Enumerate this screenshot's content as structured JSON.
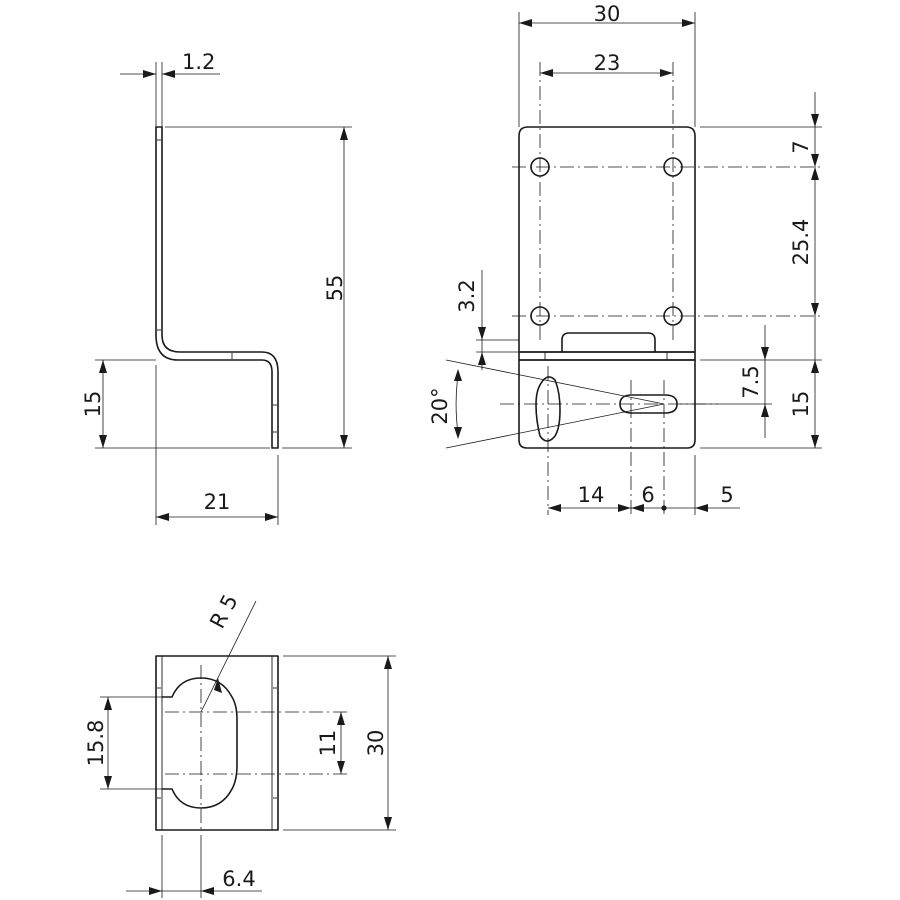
{
  "dimensions": {
    "side_view": {
      "thickness": "1.2",
      "total_height": "55",
      "lower_height": "15",
      "depth": "21"
    },
    "front_view": {
      "overall_width": "30",
      "hole_spacing_x": "23",
      "hole_offset_top": "7",
      "hole_spacing_y": "25.4",
      "gap": "3.2",
      "slot_offset": "7.5",
      "lower_height": "15",
      "angle": "20°",
      "offset_left": "14",
      "slot_length": "6",
      "offset_right": "5"
    },
    "bottom_view": {
      "radius": "R 5",
      "slot_span": "15.8",
      "slot_inner": "11",
      "width": "30",
      "offset": "6.4"
    }
  }
}
